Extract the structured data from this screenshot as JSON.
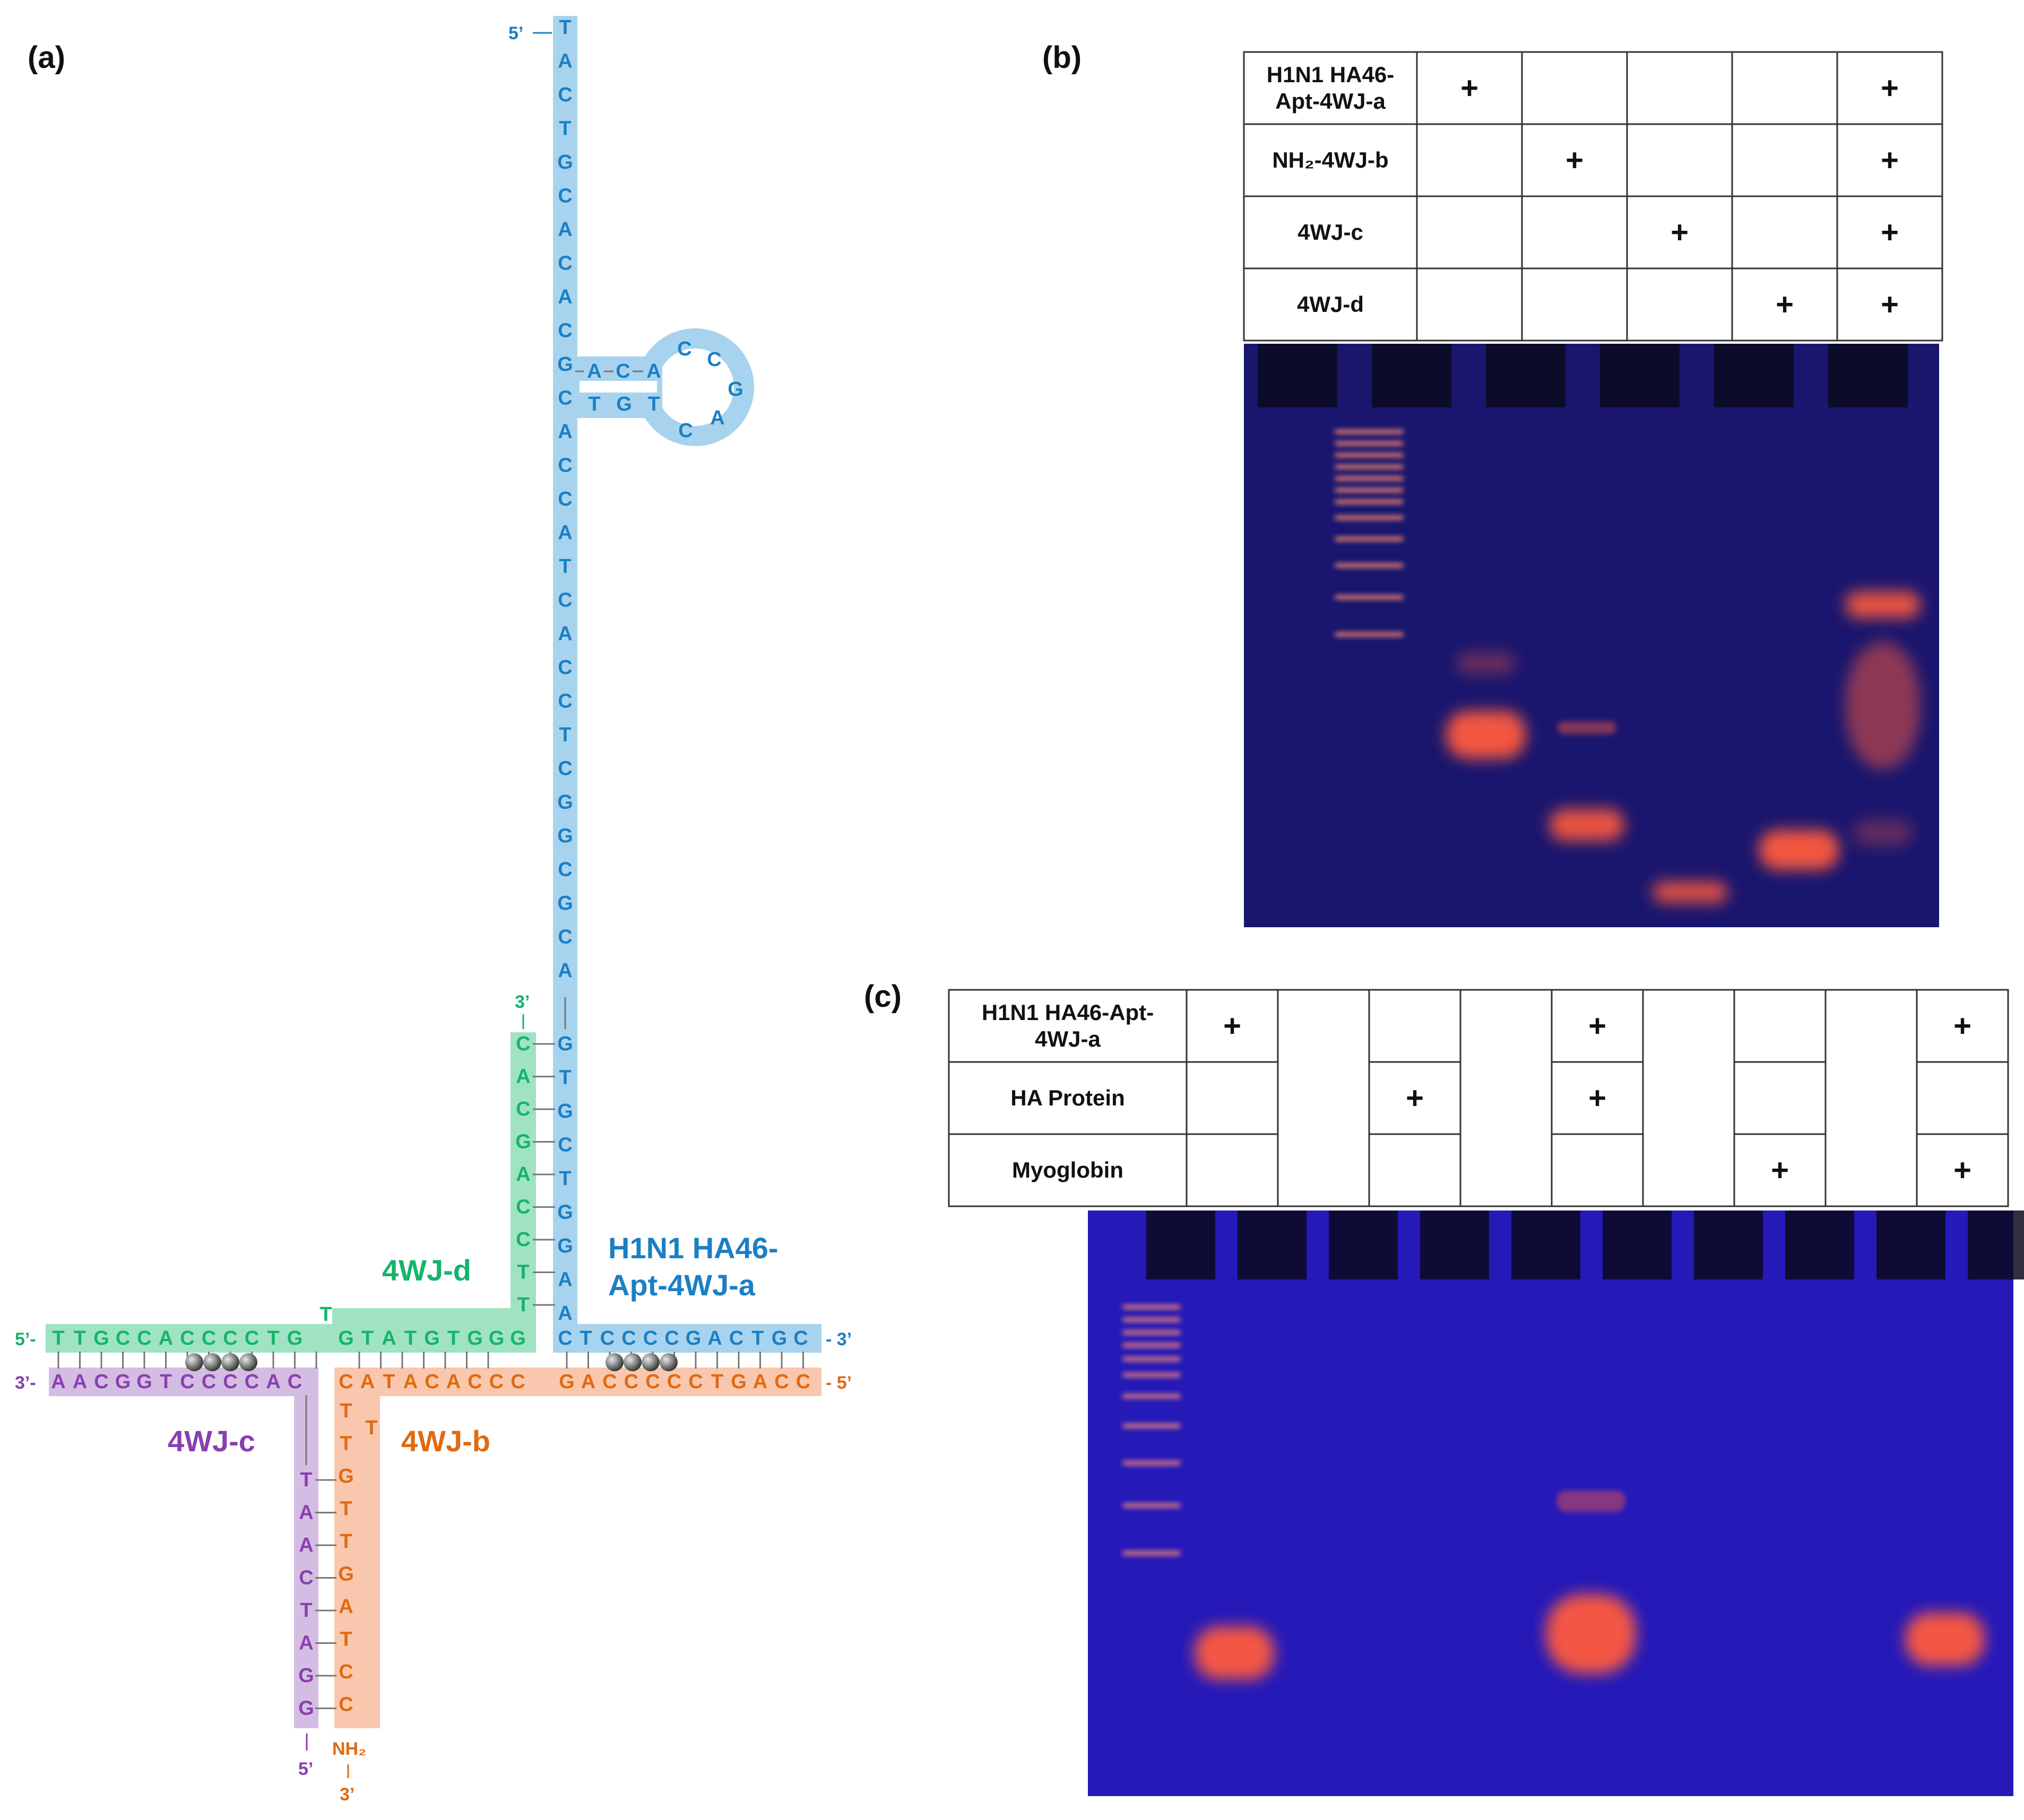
{
  "panels": {
    "a": {
      "label": "(a)"
    },
    "b": {
      "label": "(b)"
    },
    "c": {
      "label": "(c)"
    }
  },
  "colors": {
    "strand_a_fill": "#a8d3ee",
    "strand_a_text": "#1b7fc4",
    "strand_b_fill": "#f8c7ad",
    "strand_b_text": "#e06a12",
    "strand_c_fill": "#d4bde2",
    "strand_c_text": "#8a3fb0",
    "strand_d_fill": "#9fe3c3",
    "strand_d_text": "#16b46a",
    "gel_b_bg": "#1a166e",
    "gel_c_bg": "#2519b8",
    "band": "#ff5a3c"
  },
  "strands": {
    "a": {
      "name_line1": "H1N1 HA46-",
      "name_line2": "Apt-4WJ-a",
      "five_prime": "5’",
      "three_prime": "- 3’",
      "stem_top": "TACTGCACAC",
      "loop_top": "ACA",
      "loop_bottom": "TGT",
      "loop": "CCGAC",
      "stem_mid": "GCACCATCACCTCGGCGCA",
      "arm_lower": "GTGCTGGAA",
      "junction": "C",
      "arm_right": "TCCCCGACTGC"
    },
    "b": {
      "name": "4WJ-b",
      "five_prime": "- 5’",
      "three_prime": "3’",
      "modification": "NH₂",
      "arm_left": "CATACACCC",
      "arm_right": "GACCCCCTGACC",
      "bulge": "T",
      "arm_down": "TTGTTGATCC"
    },
    "c": {
      "name": "4WJ-c",
      "five_prime": "5’",
      "three_prime": "3’-",
      "arm_left": "AACGGTCCCCAC",
      "arm_down": "TAACTAGG"
    },
    "d": {
      "name": "4WJ-d",
      "five_prime": "5’-",
      "three_prime": "3’",
      "arm_left": "TTGCCACCCCTG",
      "bulge": "T",
      "arm_mid": "GTATGTGGG",
      "arm_up": "CACGACCTT"
    }
  },
  "table_b": {
    "rows": [
      "H1N1 HA46-\nApt-4WJ-a",
      "NH₂-4WJ-b",
      "4WJ-c",
      "4WJ-d"
    ],
    "marks": [
      [
        true,
        false,
        false,
        false,
        true
      ],
      [
        false,
        true,
        false,
        false,
        true
      ],
      [
        false,
        false,
        true,
        false,
        true
      ],
      [
        false,
        false,
        false,
        true,
        true
      ]
    ]
  },
  "table_c": {
    "rows": [
      "H1N1 HA46-Apt-\n4WJ-a",
      "HA Protein",
      "Myoglobin"
    ],
    "marks": [
      [
        true,
        false,
        true,
        false,
        true
      ],
      [
        false,
        true,
        true,
        false,
        false
      ],
      [
        false,
        false,
        false,
        true,
        true
      ]
    ]
  },
  "plus_symbol": "+"
}
